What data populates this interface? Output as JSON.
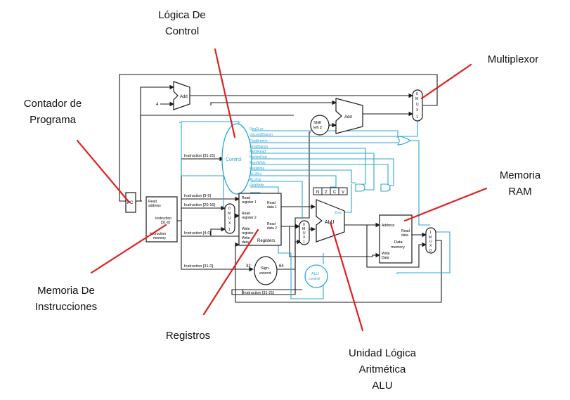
{
  "callouts": {
    "control_logic": "Lógica De\nControl",
    "multiplexor": "Multiplexor",
    "program_counter": "Contador de\nPrograma",
    "ram": "Memoria\nRAM",
    "instruction_memory": "Memoria De\nInstrucciones",
    "registers": "Registros",
    "alu": "Unidad Lógica\nAritmética\nALU"
  },
  "blocks": {
    "pc": "PC",
    "add_top": "Add",
    "add_branch": "Add",
    "four": "4",
    "shift_left": "Shift\nleft 2",
    "control": "Control",
    "imem_read_address": "Read\naddress",
    "imem_instruction": "Instruction\n[31-0]",
    "imem_title": "Instruction\nmemory",
    "reg_read_reg1": "Read\nregister 1",
    "reg_read_reg2": "Read\nregister 2",
    "reg_write_reg": "Write\nregister",
    "reg_write_data": "Write\ndata",
    "reg_read_data1": "Read\ndata 1",
    "reg_read_data2": "Read\ndata 2",
    "reg_title": "Registers",
    "sign_extend": "Sign-\nextend",
    "thirty_two": "32",
    "sixty_four": "64",
    "alu_control": "ALU\ncontrol",
    "alu": "ALU",
    "zero": "Zero",
    "dmem_address": "Address",
    "dmem_read_data": "Read\ndata",
    "dmem_title": "Data\nmemory",
    "dmem_write_data": "Write\nData",
    "mux_label": "M\nu\nx",
    "mux_top_label": "M\nu\nx",
    "flags": [
      "N",
      "Z",
      "C",
      "V"
    ]
  },
  "mux_digits": {
    "zero": "0",
    "one": "1"
  },
  "control_signals": [
    "Reg2Loc",
    "UncondBranch",
    "FlagBranch",
    "ZeroBranch",
    "MemRead",
    "MemtoReg",
    "MemWrite",
    "FlagWrite",
    "ALUSrc",
    "ALUOp",
    "RegWrite"
  ],
  "instruction_fields": {
    "f31_21_control": "Instruction [31-21]",
    "f9_5": "Instruction [9-5]",
    "f20_16": "Instruction [20-16]",
    "f4_0": "Instruction [4-0]",
    "f31_0": "Instruction [31-0]",
    "f31_21_alu": "Instruction [31-21]"
  },
  "colors": {
    "datapath": "#1a1a1a",
    "control": "#2aa7d6",
    "callout_line": "#e02020"
  }
}
